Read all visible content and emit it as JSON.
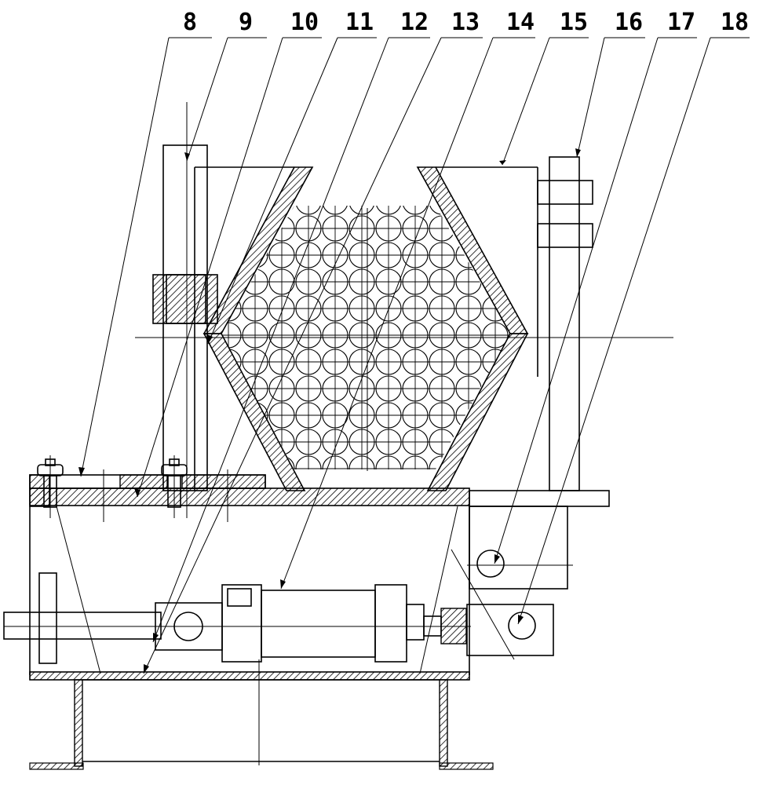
{
  "labels": [
    "8",
    "9",
    "10",
    "11",
    "12",
    "13",
    "14",
    "15",
    "16",
    "17",
    "18"
  ]
}
